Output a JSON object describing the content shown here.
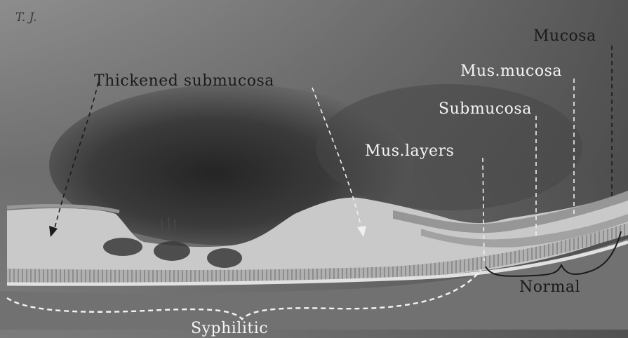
{
  "signature": "T. J.",
  "labels": {
    "thickened_submucosa": "Thickened submucosa",
    "mucosa": "Mucosa",
    "mus_mucosa": "Mus.mucosa",
    "submucosa": "Submucosa",
    "mus_layers": "Mus.layers",
    "normal": "Normal",
    "syphilitic": "Syphilitic"
  }
}
